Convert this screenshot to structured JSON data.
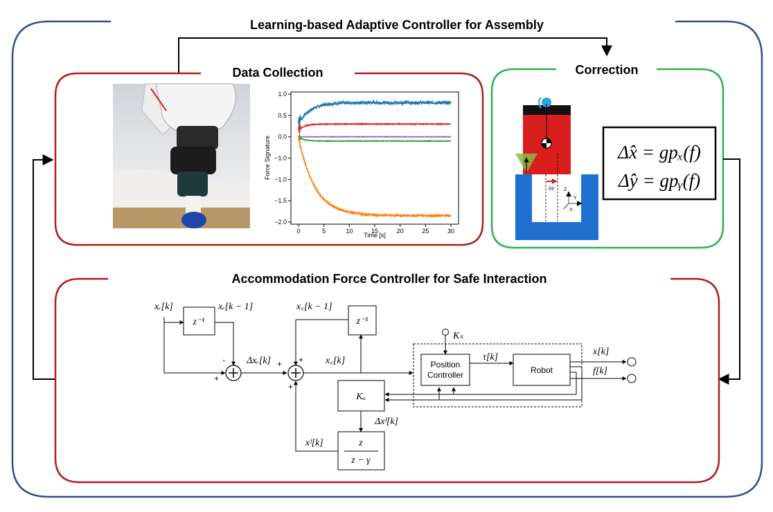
{
  "titles": {
    "main": "Learning-based Adaptive Controller for Assembly",
    "data_collection": "Data Collection",
    "correction": "Correction",
    "accommodation": "Accommodation Force Controller for Safe Interaction"
  },
  "colors": {
    "outer": "#2f4f8f",
    "data_box": "#b01c1c",
    "correction_box": "#2fae4a",
    "robot_red": "#d81e1e",
    "peg_blue": "#1f6fd0"
  },
  "chart_data": {
    "type": "line",
    "xlabel": "Time [s]",
    "ylabel": "Force Signature",
    "xlim": [
      -1.5,
      31.5
    ],
    "ylim": [
      -2.05,
      1.05
    ],
    "xticks": [
      0,
      5,
      10,
      15,
      20,
      25,
      30
    ],
    "yticks": [
      1.0,
      0.5,
      0.0,
      -0.5,
      -1.0,
      -1.5,
      -2.0
    ],
    "xtick_labels": [
      "0",
      "5",
      "10",
      "15",
      "20",
      "25",
      "30"
    ],
    "ytick_labels": [
      "1.0",
      "0.5",
      "0.0",
      "−1.0",
      "−1.0",
      "−1.5",
      "−2.0"
    ],
    "series": [
      {
        "color": "#1f77b4",
        "steady": 0.8,
        "tau": 2.2,
        "start": 0.3,
        "noise": 0.03
      },
      {
        "color": "#d62728",
        "steady": 0.3,
        "tau": 1.2,
        "start": 0.15,
        "noise": 0.008
      },
      {
        "color": "#9467bd",
        "steady": 0.0,
        "tau": 1.0,
        "start": 0.0,
        "noise": 0.005
      },
      {
        "color": "#2ca02c",
        "steady": -0.1,
        "tau": 1.0,
        "start": 0.0,
        "noise": 0.006
      },
      {
        "color": "#ff7f0e",
        "steady": -1.85,
        "tau": 3.2,
        "start": 0.0,
        "noise": 0.02
      }
    ]
  },
  "correction": {
    "eq1": "Δ̂x = gpₓ(f)",
    "eq2": "Δ̂y = gpᵧ(f)",
    "dy_label": "Δy",
    "axis_z": "Z",
    "axis_y": "Y",
    "axis_x": "X"
  },
  "block_diagram": {
    "xr_k": "xᵣ[k]",
    "xr_km1": "xᵣ[k − 1]",
    "z_inv_1": "z⁻¹",
    "z_inv_2": "z⁻¹",
    "xc_km1": "x꜀[k − 1]",
    "delta_xr": "Δxᵣ[k]",
    "xc_k": "x꜀[k]",
    "ks": "Kₛ",
    "position_controller_1": "Position",
    "position_controller_2": "Controller",
    "tau_k": "τ[k]",
    "robot": "Robot",
    "x_k": "x[k]",
    "f_k": "f[k]",
    "ka": "Kₐ",
    "delta_xf": "Δxᶠ[k]",
    "xf_k": "xᶠ[k]",
    "filter_num": "z",
    "filter_den": "z − γ",
    "sign_minus": "-",
    "sign_plus": "+"
  }
}
